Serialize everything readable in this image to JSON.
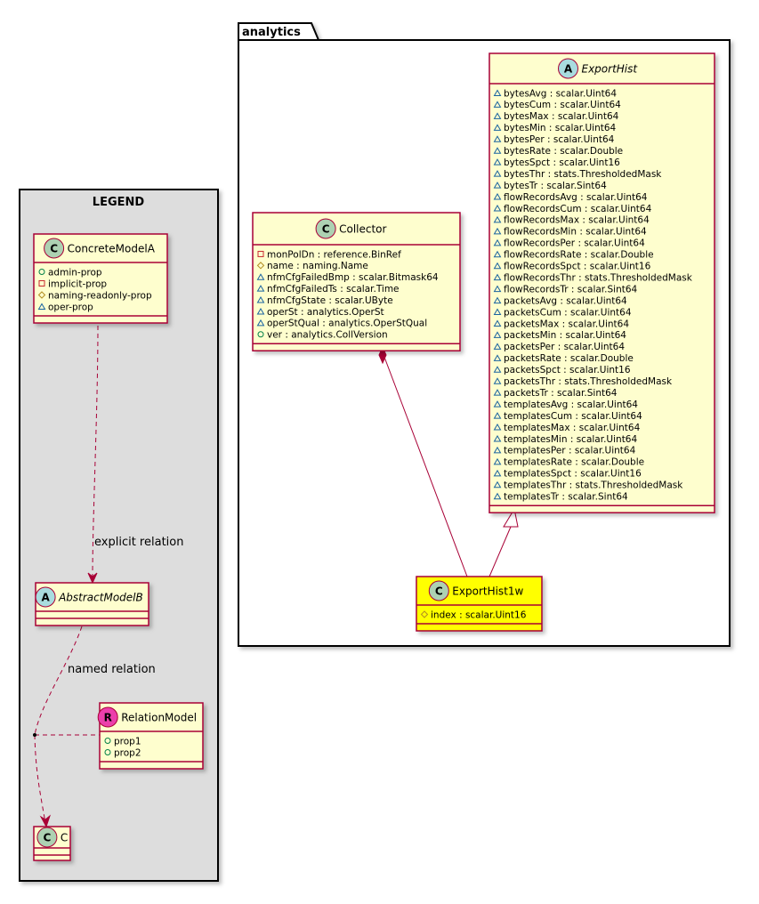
{
  "package": {
    "name": "analytics"
  },
  "legend": {
    "title": "LEGEND",
    "concrete_model": {
      "name": "ConcreteModelA",
      "badge": "C",
      "attributes": [
        {
          "vis": "+",
          "text": "admin-prop"
        },
        {
          "vis": "-",
          "text": "implicit-prop"
        },
        {
          "vis": "#",
          "text": "naming-readonly-prop"
        },
        {
          "vis": "~",
          "text": "oper-prop"
        }
      ]
    },
    "abstract_model": {
      "name": "AbstractModelB",
      "badge": "A"
    },
    "relation_model": {
      "name": "RelationModel",
      "badge": "R",
      "attributes": [
        {
          "vis": "+",
          "text": "prop1"
        },
        {
          "vis": "+",
          "text": "prop2"
        }
      ]
    },
    "c_model": {
      "name": "C",
      "badge": "C"
    },
    "explicit_relation_label": "explicit relation",
    "named_relation_label": "named relation"
  },
  "collector": {
    "name": "Collector",
    "badge": "C",
    "attributes": [
      {
        "vis": "-",
        "text": "monPolDn : reference.BinRef"
      },
      {
        "vis": "#",
        "text": "name : naming.Name"
      },
      {
        "vis": "~",
        "text": "nfmCfgFailedBmp : scalar.Bitmask64"
      },
      {
        "vis": "~",
        "text": "nfmCfgFailedTs : scalar.Time"
      },
      {
        "vis": "~",
        "text": "nfmCfgState : scalar.UByte"
      },
      {
        "vis": "~",
        "text": "operSt : analytics.OperSt"
      },
      {
        "vis": "~",
        "text": "operStQual : analytics.OperStQual"
      },
      {
        "vis": "+",
        "text": "ver : analytics.CollVersion"
      }
    ]
  },
  "export_hist": {
    "name": "ExportHist",
    "badge": "A",
    "attributes": [
      {
        "vis": "~",
        "text": "bytesAvg : scalar.Uint64"
      },
      {
        "vis": "~",
        "text": "bytesCum : scalar.Uint64"
      },
      {
        "vis": "~",
        "text": "bytesMax : scalar.Uint64"
      },
      {
        "vis": "~",
        "text": "bytesMin : scalar.Uint64"
      },
      {
        "vis": "~",
        "text": "bytesPer : scalar.Uint64"
      },
      {
        "vis": "~",
        "text": "bytesRate : scalar.Double"
      },
      {
        "vis": "~",
        "text": "bytesSpct : scalar.Uint16"
      },
      {
        "vis": "~",
        "text": "bytesThr : stats.ThresholdedMask"
      },
      {
        "vis": "~",
        "text": "bytesTr : scalar.Sint64"
      },
      {
        "vis": "~",
        "text": "flowRecordsAvg : scalar.Uint64"
      },
      {
        "vis": "~",
        "text": "flowRecordsCum : scalar.Uint64"
      },
      {
        "vis": "~",
        "text": "flowRecordsMax : scalar.Uint64"
      },
      {
        "vis": "~",
        "text": "flowRecordsMin : scalar.Uint64"
      },
      {
        "vis": "~",
        "text": "flowRecordsPer : scalar.Uint64"
      },
      {
        "vis": "~",
        "text": "flowRecordsRate : scalar.Double"
      },
      {
        "vis": "~",
        "text": "flowRecordsSpct : scalar.Uint16"
      },
      {
        "vis": "~",
        "text": "flowRecordsThr : stats.ThresholdedMask"
      },
      {
        "vis": "~",
        "text": "flowRecordsTr : scalar.Sint64"
      },
      {
        "vis": "~",
        "text": "packetsAvg : scalar.Uint64"
      },
      {
        "vis": "~",
        "text": "packetsCum : scalar.Uint64"
      },
      {
        "vis": "~",
        "text": "packetsMax : scalar.Uint64"
      },
      {
        "vis": "~",
        "text": "packetsMin : scalar.Uint64"
      },
      {
        "vis": "~",
        "text": "packetsPer : scalar.Uint64"
      },
      {
        "vis": "~",
        "text": "packetsRate : scalar.Double"
      },
      {
        "vis": "~",
        "text": "packetsSpct : scalar.Uint16"
      },
      {
        "vis": "~",
        "text": "packetsThr : stats.ThresholdedMask"
      },
      {
        "vis": "~",
        "text": "packetsTr : scalar.Sint64"
      },
      {
        "vis": "~",
        "text": "templatesAvg : scalar.Uint64"
      },
      {
        "vis": "~",
        "text": "templatesCum : scalar.Uint64"
      },
      {
        "vis": "~",
        "text": "templatesMax : scalar.Uint64"
      },
      {
        "vis": "~",
        "text": "templatesMin : scalar.Uint64"
      },
      {
        "vis": "~",
        "text": "templatesPer : scalar.Uint64"
      },
      {
        "vis": "~",
        "text": "templatesRate : scalar.Double"
      },
      {
        "vis": "~",
        "text": "templatesSpct : scalar.Uint16"
      },
      {
        "vis": "~",
        "text": "templatesThr : stats.ThresholdedMask"
      },
      {
        "vis": "~",
        "text": "templatesTr : scalar.Sint64"
      }
    ]
  },
  "export_hist_1w": {
    "name": "ExportHist1w",
    "badge": "C",
    "attributes": [
      {
        "vis": "#",
        "text": "index : scalar.Uint16"
      }
    ]
  },
  "colors": {
    "class_fill": "#FEFECE",
    "class_border": "#A80036",
    "highlight_fill": "#FFFF00",
    "legend_fill": "#DDDDDD",
    "badge_c": "#ADD1B2",
    "badge_a": "#A9DCDF",
    "badge_r": "#EB3FAB"
  }
}
